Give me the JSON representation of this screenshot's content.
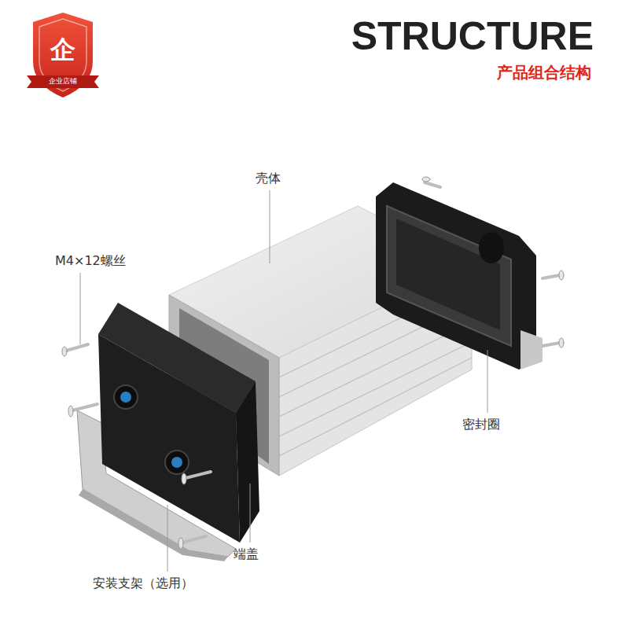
{
  "diagram": {
    "title": "STRUCTURE",
    "labels": [
      "企",
      "企业店铺",
      "产品组合结构",
      "壳体",
      "M4×12螺丝",
      "密封圈",
      "端盖",
      "安装支架（选用）"
    ]
  }
}
